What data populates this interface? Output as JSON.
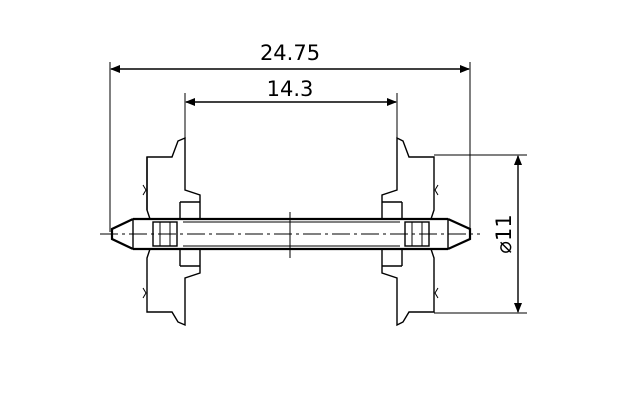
{
  "dimensions": {
    "overall_length": "24.75",
    "wheel_spacing": "14.3",
    "wheel_diameter": "⌀11"
  }
}
